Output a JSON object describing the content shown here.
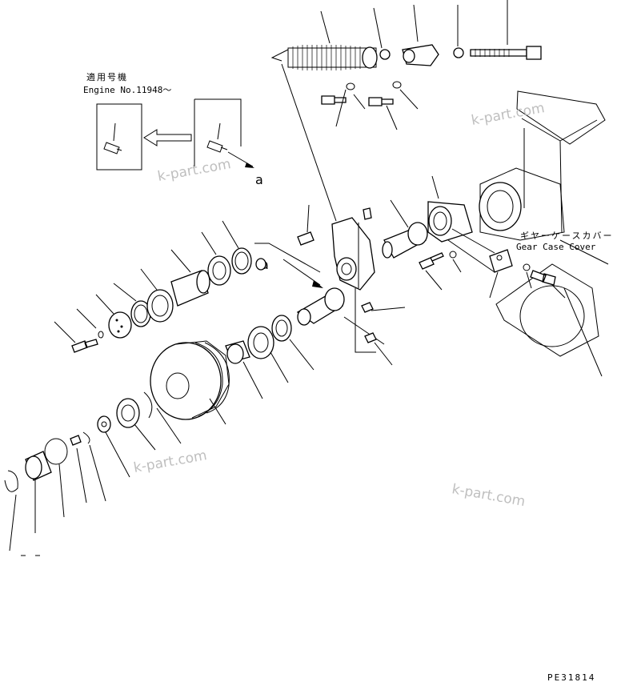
{
  "inset": {
    "title_jp": "適用号機",
    "subtitle": "Engine No.11948～"
  },
  "labels": {
    "gear_case_jp": "ギヤーケースカバー",
    "gear_case_en": "Gear Case Cover",
    "callout": "a",
    "drawing_code": "PE31814"
  },
  "watermark": "k-part.com"
}
